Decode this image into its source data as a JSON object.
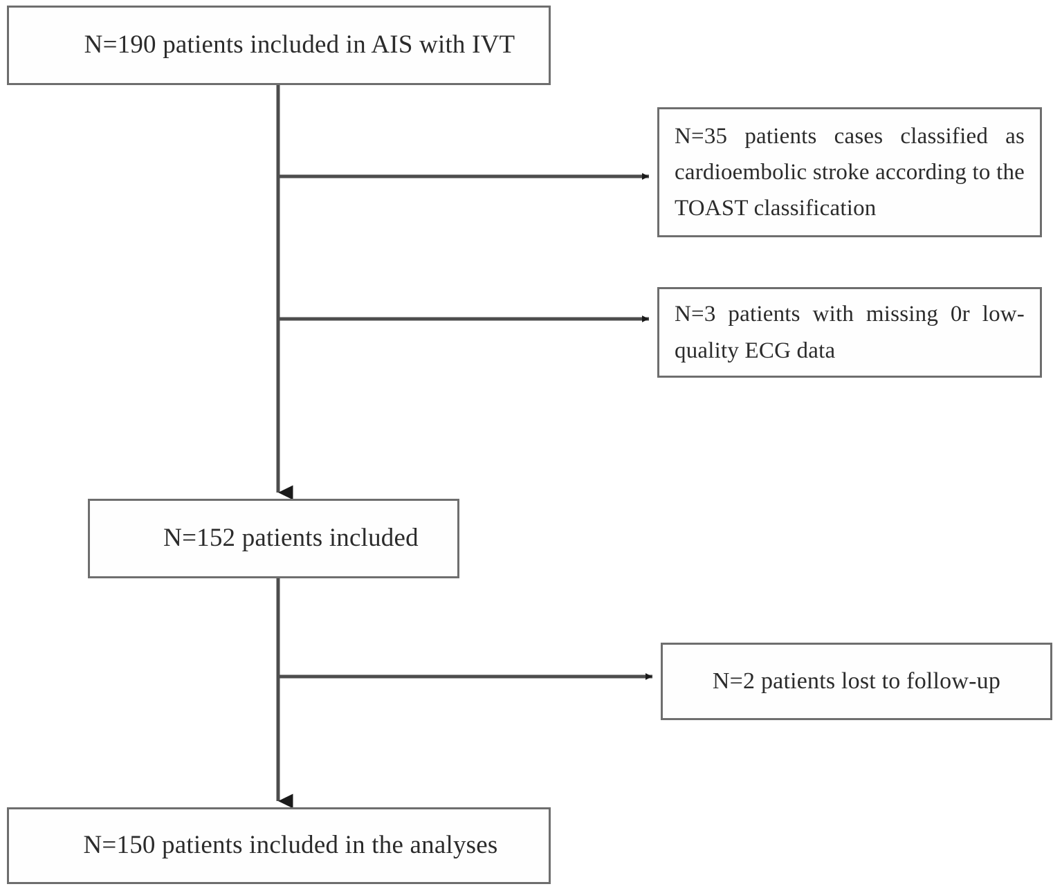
{
  "figure": {
    "type": "flowchart",
    "orientation": "top-to-bottom",
    "background_color": "#ffffff",
    "line_color": "#6e6e6e",
    "arrow_color": "#1a1a1a",
    "text_color": "#2b2b2b"
  },
  "nodes": {
    "total": {
      "id": "total",
      "label": "N=190 patients included in AIS with IVT",
      "count": 190,
      "kind": "enrollment"
    },
    "excluded_toast": {
      "id": "excluded_toast",
      "label": "N=35 patients cases classified as cardioembolic stroke according to the TOAST classification",
      "count": 35,
      "kind": "exclusion"
    },
    "excluded_ecg": {
      "id": "excluded_ecg",
      "label": "N=3 patients with missing 0r low-quality ECG data",
      "count": 3,
      "kind": "exclusion"
    },
    "included": {
      "id": "included",
      "label": "N=152 patients included",
      "count": 152,
      "kind": "inclusion"
    },
    "excluded_lost": {
      "id": "excluded_lost",
      "label": "N=2 patients lost to follow-up",
      "count": 2,
      "kind": "exclusion"
    },
    "analysed": {
      "id": "analysed",
      "label": "N=150 patients included in the analyses",
      "count": 150,
      "kind": "analysis"
    }
  },
  "flow": [
    {
      "from": "total",
      "to": "excluded_toast",
      "direction": "right",
      "arrow": true
    },
    {
      "from": "total",
      "to": "excluded_ecg",
      "direction": "right",
      "arrow": true
    },
    {
      "from": "total",
      "to": "included",
      "direction": "down",
      "arrow": true
    },
    {
      "from": "included",
      "to": "excluded_lost",
      "direction": "right",
      "arrow": true
    },
    {
      "from": "included",
      "to": "analysed",
      "direction": "down",
      "arrow": true
    }
  ]
}
